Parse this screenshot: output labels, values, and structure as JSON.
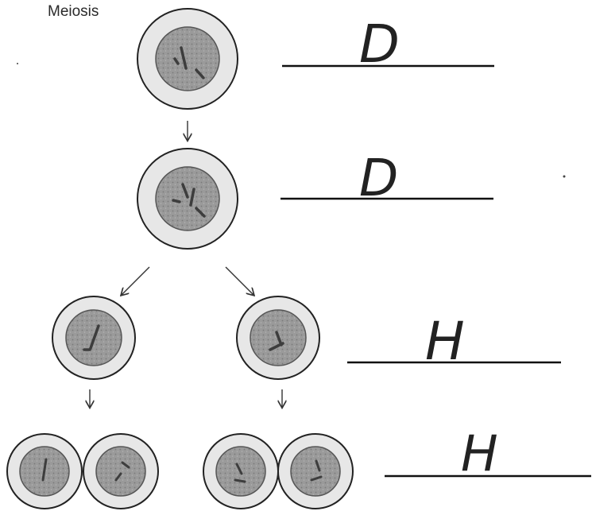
{
  "title": "Meiosis",
  "answers": {
    "row1": "D",
    "row2": "D",
    "row3": "H",
    "row4": "H"
  },
  "colors": {
    "cell_outer": "#e7e7e7",
    "nucleus": "#9a9a9a",
    "chromosome": "#3d3d3d",
    "line": "#111111",
    "ink": "#222222"
  },
  "icons": {
    "arrow": "arrow-icon",
    "cell": "cell-icon",
    "handwritten": "handwritten-letter"
  }
}
